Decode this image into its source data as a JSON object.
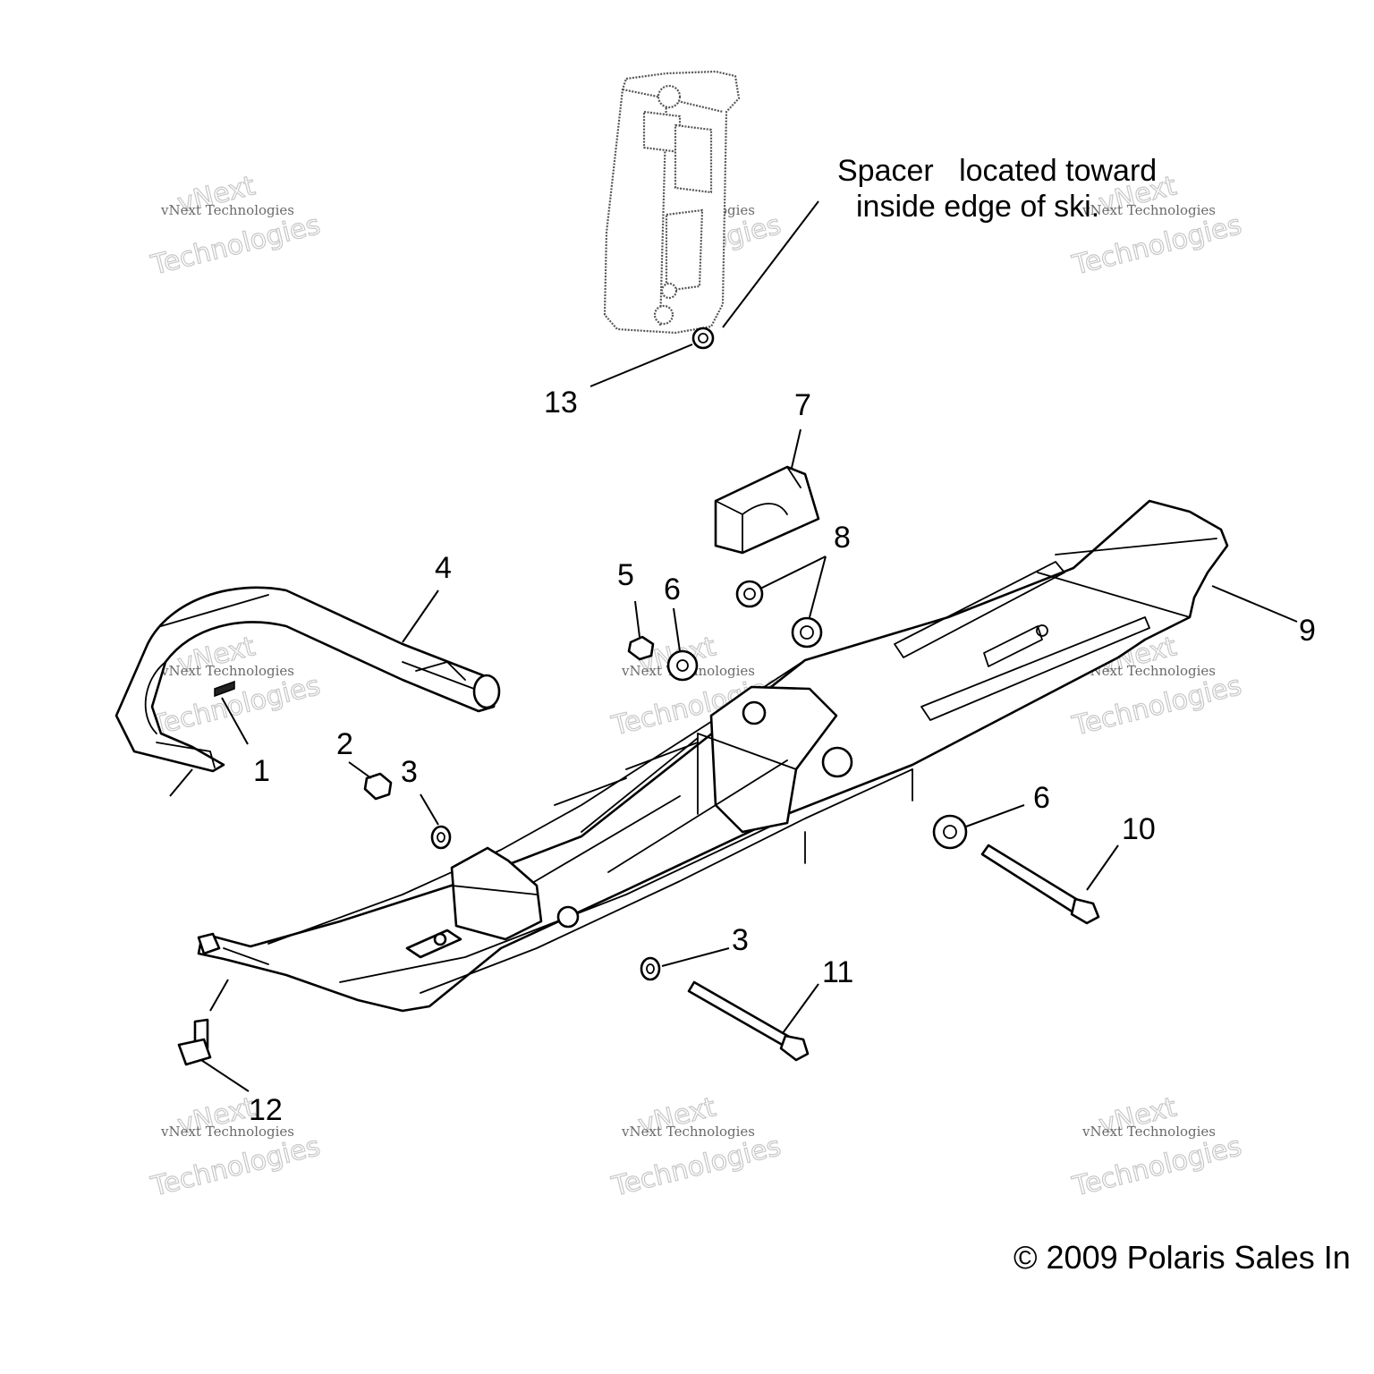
{
  "callouts": [
    {
      "label": "1"
    },
    {
      "label": "2"
    },
    {
      "label": "3"
    },
    {
      "label": "4"
    },
    {
      "label": "5"
    },
    {
      "label": "6"
    },
    {
      "label": "7"
    },
    {
      "label": "8"
    },
    {
      "label": "9"
    },
    {
      "label": "6"
    },
    {
      "label": "10"
    },
    {
      "label": "3"
    },
    {
      "label": "11"
    },
    {
      "label": "12"
    },
    {
      "label": "13"
    }
  ],
  "note": {
    "line1": "Spacer   located toward",
    "line2": "inside edge of ski."
  },
  "copyright": "© 2009 Polaris Sales In",
  "watermark": {
    "small": "vNext Technologies",
    "big_top": "vNext",
    "big_bottom": "Technologies"
  }
}
